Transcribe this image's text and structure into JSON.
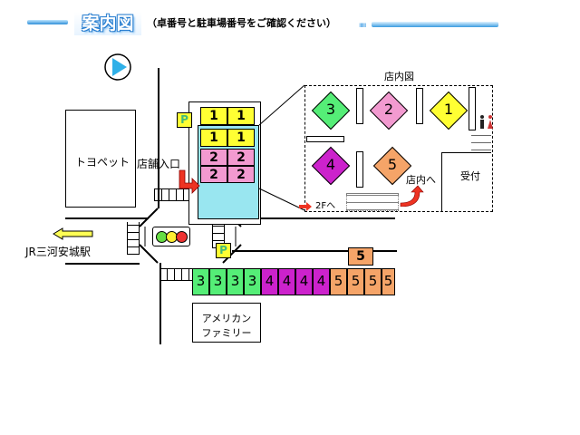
{
  "header": {
    "title": "案内図",
    "subtitle": "（卓番号と駐車場番号をご確認ください）",
    "dots": "ıııııı"
  },
  "map": {
    "toyopet": "トヨペット",
    "store_entrance": "店舗入口",
    "station": "JR三河安城駅",
    "american_family": [
      "アメリカン",
      "ファミリー"
    ],
    "parking_icon": "P",
    "parking_upper": {
      "rows": [
        [
          "1",
          "1"
        ],
        [
          "1",
          "1"
        ],
        [
          "2",
          "2"
        ],
        [
          "2",
          "2"
        ]
      ]
    },
    "parking_lower": {
      "sign": "5",
      "numbers": [
        "3",
        "3",
        "3",
        "3",
        "4",
        "4",
        "4",
        "4",
        "5",
        "5",
        "5",
        "5"
      ]
    }
  },
  "floor": {
    "title": "店内図",
    "tables": [
      "3",
      "2",
      "1",
      "4",
      "5"
    ],
    "to_store": "店内へ",
    "reception": "受付",
    "stairs": "2Fへ"
  },
  "colors": {
    "yellow": "#ffff33",
    "pink": "#f29ad0",
    "green": "#55ee77",
    "magenta": "#cc22cc",
    "orange": "#f5a468",
    "light_blue": "#99e6f0"
  }
}
